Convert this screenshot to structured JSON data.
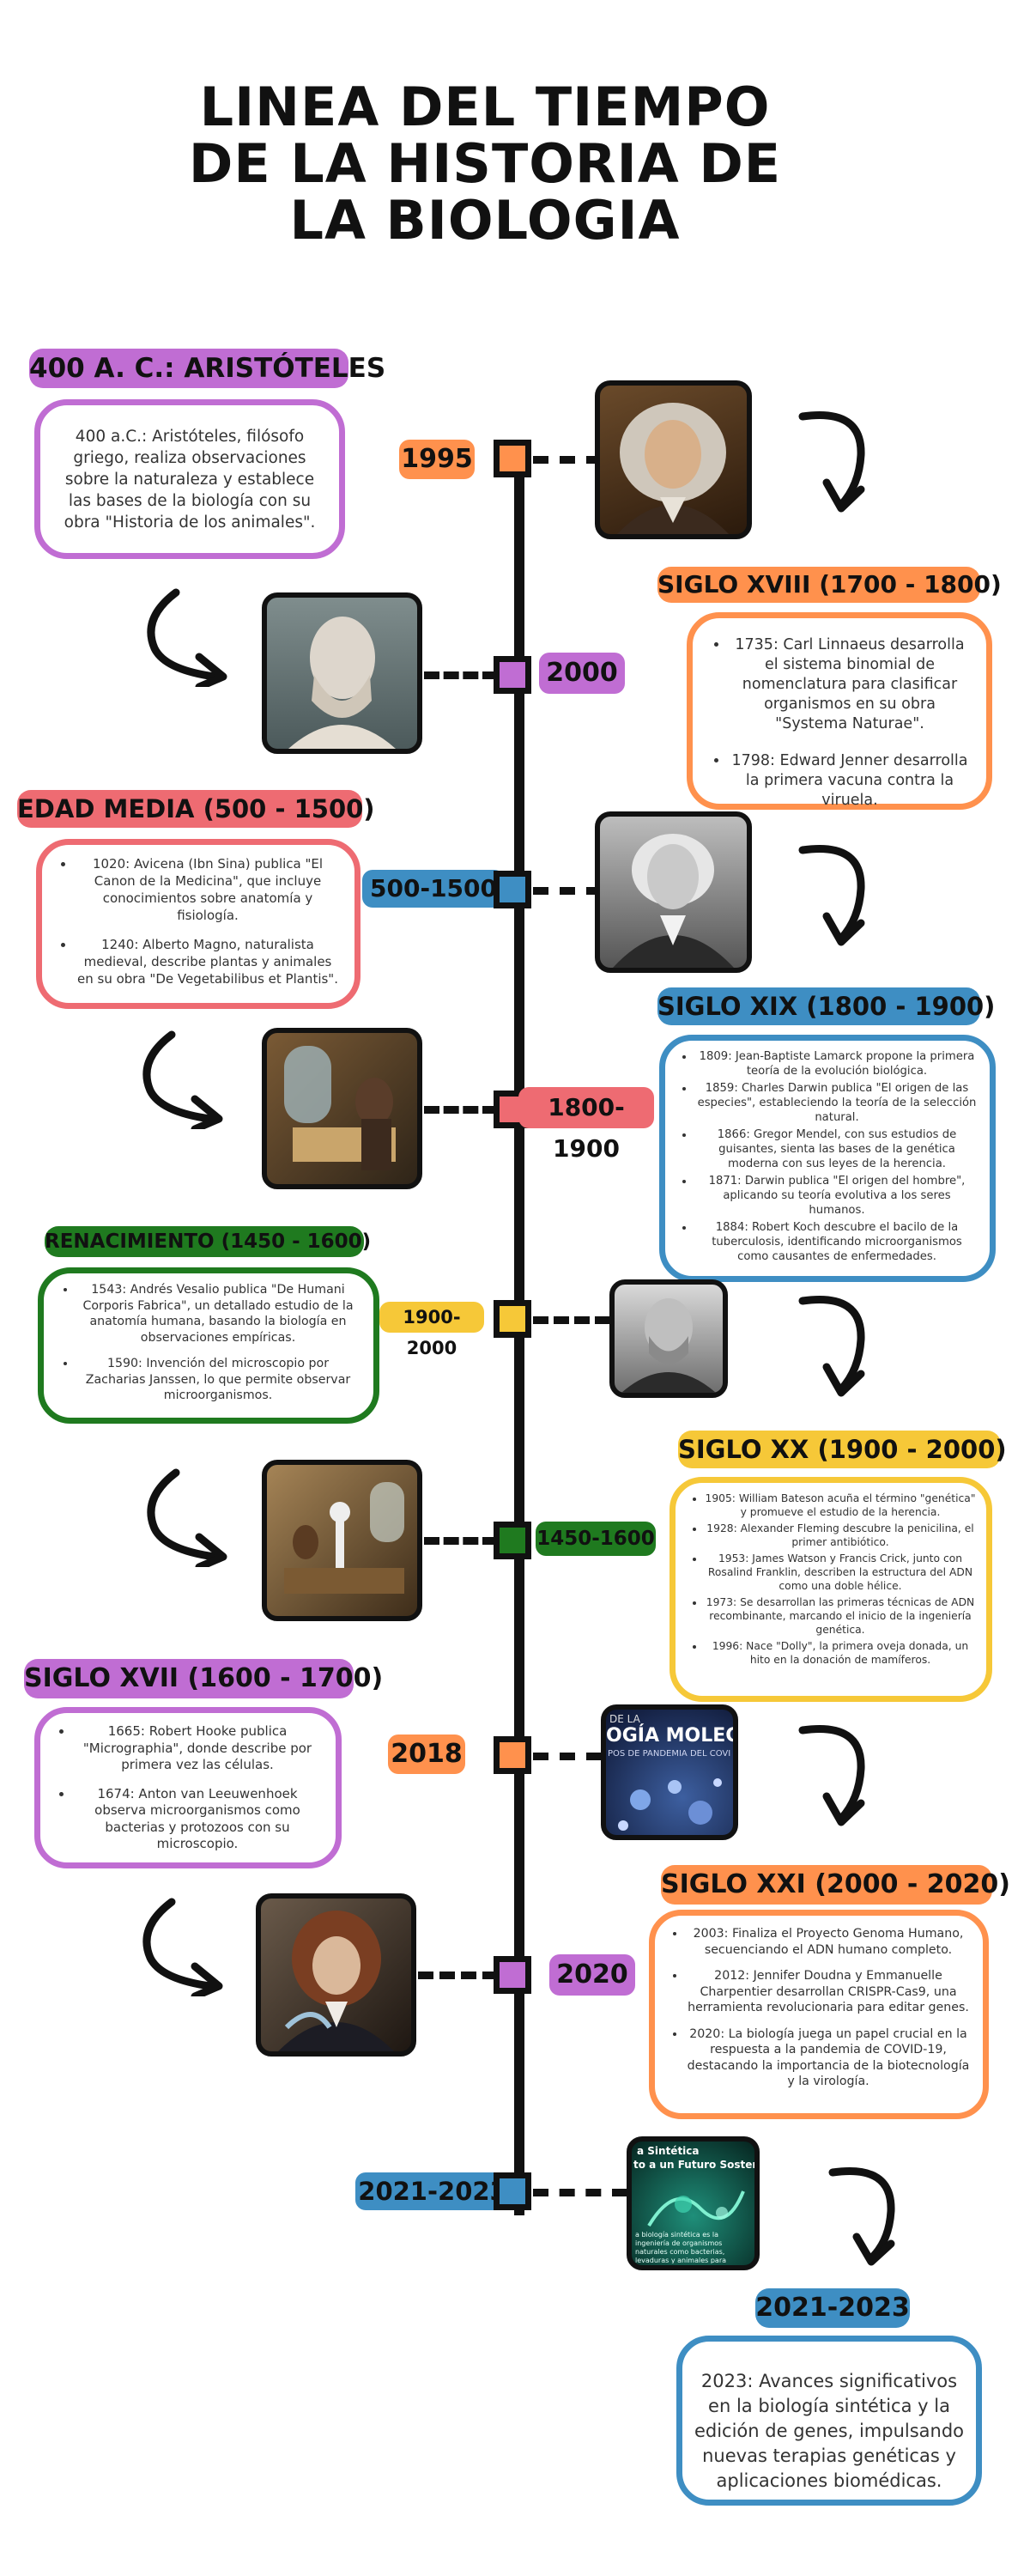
{
  "title": "LINEA DEL TIEMPO DE LA HISTORIA DE LA BIOLOGIA",
  "colors": {
    "orange": "#ff914d",
    "purple": "#c06dd3",
    "blue": "#3e8ec3",
    "pink": "#ee6b72",
    "green": "#1f7a1f",
    "yellow": "#f6c838",
    "black": "#111111"
  },
  "years": {
    "y1995": "1995",
    "y2000": "2000",
    "y500": "500-1500",
    "y1800": "1800-1900",
    "y1900": "1900-2000",
    "y1450": "1450-1600",
    "y2018": "2018",
    "y2020": "2020",
    "y2021": "2021-2023"
  },
  "sections": {
    "aristoteles": {
      "heading": "400 A. C.: ARISTÓTELES",
      "text": "400 a.C.: Aristóteles, filósofo griego, realiza observaciones sobre la naturaleza y establece las bases de la biología con su obra \"Historia de los animales\"."
    },
    "xviii": {
      "heading": "SIGLO XVIII (1700 - 1800)",
      "items": [
        "1735: Carl Linnaeus desarrolla el sistema binomial de nomenclatura para clasificar organismos en su obra \"Systema Naturae\".",
        "1798: Edward Jenner desarrolla la primera vacuna contra la viruela."
      ]
    },
    "edad_media": {
      "heading": "EDAD MEDIA (500 - 1500)",
      "items": [
        "1020: Avicena (Ibn Sina) publica \"El Canon de la Medicina\", que incluye conocimientos sobre anatomía y fisiología.",
        "1240: Alberto Magno, naturalista medieval, describe plantas y animales en su obra \"De Vegetabilibus et Plantis\"."
      ]
    },
    "xix": {
      "heading": "SIGLO XIX (1800 - 1900)",
      "items": [
        "1809: Jean-Baptiste Lamarck propone la primera teoría de la evolución biológica.",
        "1859: Charles Darwin publica \"El origen de las especies\", estableciendo la teoría de la selección natural.",
        "1866: Gregor Mendel, con sus estudios de guisantes, sienta las bases de la genética moderna con sus leyes de la herencia.",
        "1871: Darwin publica \"El origen del hombre\", aplicando su teoría evolutiva a los seres humanos.",
        "1884: Robert Koch descubre el bacilo de la tuberculosis, identificando microorganismos como causantes de enfermedades."
      ]
    },
    "renacimiento": {
      "heading": "RENACIMIENTO (1450 - 1600)",
      "items": [
        "1543: Andrés Vesalio publica \"De Humani Corporis Fabrica\", un detallado estudio de la anatomía humana, basando la biología en observaciones empíricas.",
        "1590: Invención del microscopio por Zacharias Janssen, lo que permite observar microorganismos."
      ]
    },
    "xx": {
      "heading": "SIGLO XX (1900 - 2000)",
      "items": [
        "1905: William Bateson acuña el término \"genética\" y promueve el estudio de la herencia.",
        "1928: Alexander Fleming descubre la penicilina, el primer antibiótico.",
        "1953: James Watson y Francis Crick, junto con Rosalind Franklin, describen la estructura del ADN como una doble hélice.",
        "1973: Se desarrollan las primeras técnicas de ADN recombinante, marcando el inicio de la ingeniería genética.",
        "1996: Nace \"Dolly\", la primera oveja donada, un hito en la donación de mamíferos."
      ]
    },
    "xvii": {
      "heading": "SIGLO XVII (1600 - 1700)",
      "items": [
        "1665: Robert Hooke publica \"Micrographia\", donde describe por primera vez las células.",
        "1674: Anton van Leeuwenhoek observa microorganismos como bacterias y protozoos con su microscopio."
      ]
    },
    "xxi": {
      "heading": "SIGLO XXI (2000 - 2020)",
      "items": [
        "2003: Finaliza el Proyecto Genoma Humano, secuenciando el ADN humano completo.",
        "2012: Jennifer Doudna y Emmanuelle Charpentier desarrollan CRISPR-Cas9, una herramienta revolucionaria para editar genes.",
        "2020: La biología juega un papel crucial en la respuesta a la pandemia de COVID-19, destacando la importancia de la biotecnología y la virología."
      ]
    },
    "last": {
      "heading": "2021-2023",
      "text": "2023: Avances significativos en la biología sintética y la edición de genes, impulsando nuevas terapias genéticas y aplicaciones biomédicas."
    }
  },
  "image_texts": {
    "molecular": "OGÍA MOLECULA",
    "molecular_top": "DE LA",
    "molecular_sub": "POS DE PANDEMIA DEL COVI",
    "synthetic_1": "a Sintética",
    "synthetic_2": "to a un Futuro Sostenib",
    "synthetic_body": "a biología sintética es la ingeniería de organismos naturales como bacterias, levaduras y animales para producir to"
  }
}
